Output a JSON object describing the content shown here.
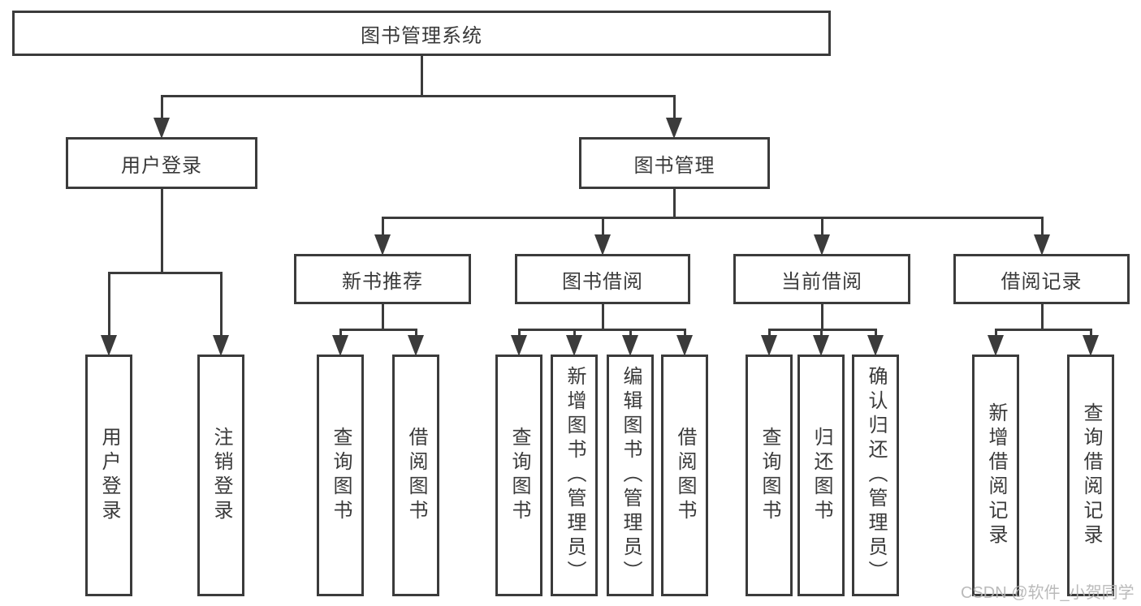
{
  "diagram": {
    "type": "hierarchy-tree",
    "root": {
      "label": "图书管理系统"
    },
    "level2": [
      {
        "label": "用户登录"
      },
      {
        "label": "图书管理"
      }
    ],
    "level3": [
      {
        "label": "新书推荐",
        "parent": "图书管理"
      },
      {
        "label": "图书借阅",
        "parent": "图书管理"
      },
      {
        "label": "当前借阅",
        "parent": "图书管理"
      },
      {
        "label": "借阅记录",
        "parent": "图书管理"
      }
    ],
    "leaves": [
      {
        "label": "用户登录",
        "parent": "用户登录"
      },
      {
        "label": "注销登录",
        "parent": "用户登录"
      },
      {
        "label": "查询图书",
        "parent": "新书推荐"
      },
      {
        "label": "借阅图书",
        "parent": "新书推荐"
      },
      {
        "label": "查询图书",
        "parent": "图书借阅"
      },
      {
        "label": "新增图书（管理员）",
        "parent": "图书借阅"
      },
      {
        "label": "编辑图书（管理员）",
        "parent": "图书借阅"
      },
      {
        "label": "借阅图书",
        "parent": "图书借阅"
      },
      {
        "label": "查询图书",
        "parent": "当前借阅"
      },
      {
        "label": "归还图书",
        "parent": "当前借阅"
      },
      {
        "label": "确认归还（管理员）",
        "parent": "当前借阅"
      },
      {
        "label": "新增借阅记录",
        "parent": "借阅记录"
      },
      {
        "label": "查询借阅记录",
        "parent": "借阅记录"
      }
    ]
  },
  "watermark": {
    "text": "CSDN @软件_小贺同学"
  },
  "colors": {
    "line": "#3b3b3b",
    "text": "#3a3a3a",
    "watermark": "#b5b5b5",
    "background": "#ffffff"
  }
}
